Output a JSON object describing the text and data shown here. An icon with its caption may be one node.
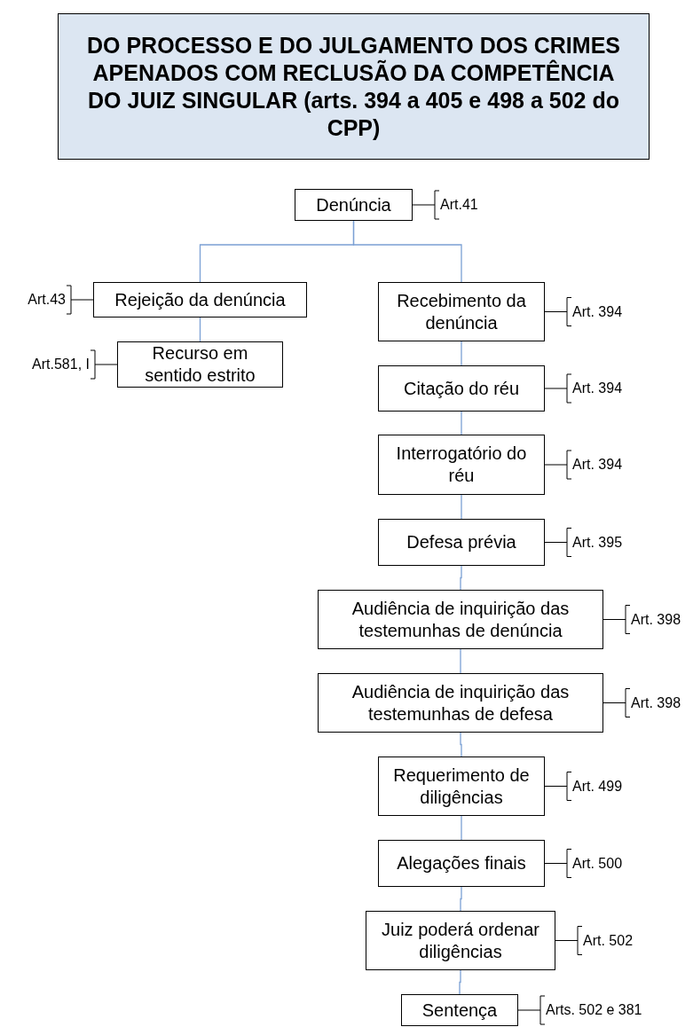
{
  "diagram": {
    "title": "DO PROCESSO E DO JULGAMENTO DOS CRIMES APENADOS COM RECLUSÃO DA COMPETÊNCIA DO JUIZ SINGULAR (arts. 394 a 405 e 498 a 502 do CPP)",
    "nodes": [
      {
        "text": [
          "Denúncia"
        ],
        "beside": [
          "Art.41"
        ]
      },
      {
        "text": [
          "Rejeição da denúncia"
        ],
        "beside": [
          "Art.43"
        ]
      },
      {
        "text": [
          "Recurso em sentido estrito"
        ],
        "beside": [
          "Art.581, I"
        ]
      },
      {
        "text": [
          "Recebimento da denúncia"
        ],
        "beside": [
          "Art. 394"
        ]
      },
      {
        "text": [
          "Citação do réu"
        ],
        "beside": [
          "Art. 394"
        ]
      },
      {
        "text": [
          "Interrogatório do réu"
        ],
        "beside": [
          "Art. 394"
        ]
      },
      {
        "text": [
          "Defesa prévia"
        ],
        "beside": [
          "Art. 395"
        ]
      },
      {
        "text": [
          "Audiência de inquirição das testemunhas de denúncia"
        ],
        "beside": [
          "Art. 398"
        ]
      },
      {
        "text": [
          "Audiência de inquirição das testemunhas de defesa"
        ],
        "beside": [
          "Art. 398"
        ]
      },
      {
        "text": [
          "Requerimento de diligências"
        ],
        "beside": [
          "Art. 499"
        ]
      },
      {
        "text": [
          "Alegações finais"
        ],
        "beside": [
          "Art. 500"
        ]
      },
      {
        "text": [
          "Juiz poderá ordenar diligências"
        ],
        "beside": [
          "Art. 502"
        ]
      },
      {
        "text": [
          "Sentença"
        ],
        "beside": [
          "Arts. 502 e 381"
        ]
      }
    ],
    "edges": [
      {
        "from": 0,
        "to": 1,
        "arrow": "none"
      },
      {
        "from": 0,
        "to": 3,
        "arrow": "none"
      },
      {
        "from": 1,
        "to": 2,
        "arrow": "none"
      },
      {
        "from": 3,
        "to": 4,
        "arrow": "none"
      },
      {
        "from": 4,
        "to": 5,
        "arrow": "none"
      },
      {
        "from": 5,
        "to": 6,
        "arrow": "none"
      },
      {
        "from": 6,
        "to": 7,
        "arrow": "none"
      },
      {
        "from": 7,
        "to": 8,
        "arrow": "none"
      },
      {
        "from": 8,
        "to": 9,
        "arrow": "none"
      },
      {
        "from": 9,
        "to": 10,
        "arrow": "none"
      },
      {
        "from": 10,
        "to": 11,
        "arrow": "none"
      },
      {
        "from": 11,
        "to": 12,
        "arrow": "none"
      }
    ]
  }
}
